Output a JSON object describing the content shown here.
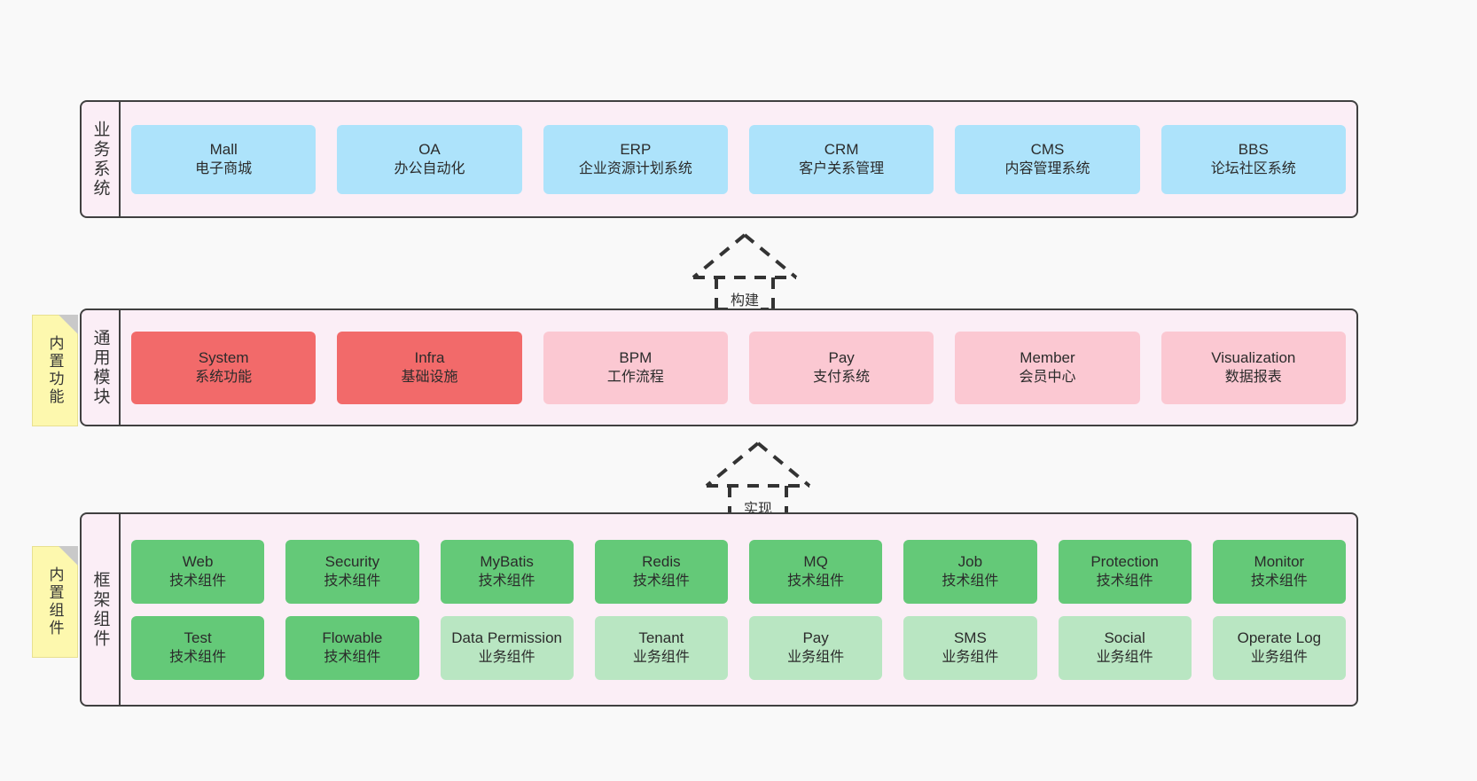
{
  "layers": [
    {
      "id": "business",
      "title": "业务系统",
      "note": null,
      "rows": [
        {
          "style": "blue",
          "cards": [
            {
              "en": "Mall",
              "cn": "电子商城"
            },
            {
              "en": "OA",
              "cn": "办公自动化"
            },
            {
              "en": "ERP",
              "cn": "企业资源计划系统"
            },
            {
              "en": "CRM",
              "cn": "客户关系管理"
            },
            {
              "en": "CMS",
              "cn": "内容管理系统"
            },
            {
              "en": "BBS",
              "cn": "论坛社区系统"
            }
          ]
        }
      ]
    },
    {
      "id": "common",
      "title": "通用模块",
      "note": "内置功能",
      "rows": [
        {
          "style": "mixed",
          "cards": [
            {
              "en": "System",
              "cn": "系统功能",
              "style": "red"
            },
            {
              "en": "Infra",
              "cn": "基础设施",
              "style": "red"
            },
            {
              "en": "BPM",
              "cn": "工作流程",
              "style": "pink"
            },
            {
              "en": "Pay",
              "cn": "支付系统",
              "style": "pink"
            },
            {
              "en": "Member",
              "cn": "会员中心",
              "style": "pink"
            },
            {
              "en": "Visualization",
              "cn": "数据报表",
              "style": "pink"
            }
          ]
        }
      ]
    },
    {
      "id": "framework",
      "title": "框架组件",
      "note": "内置组件",
      "rows": [
        {
          "style": "mixed",
          "cards": [
            {
              "en": "Web",
              "cn": "技术组件",
              "style": "green"
            },
            {
              "en": "Security",
              "cn": "技术组件",
              "style": "green"
            },
            {
              "en": "MyBatis",
              "cn": "技术组件",
              "style": "green"
            },
            {
              "en": "Redis",
              "cn": "技术组件",
              "style": "green"
            },
            {
              "en": "MQ",
              "cn": "技术组件",
              "style": "green"
            },
            {
              "en": "Job",
              "cn": "技术组件",
              "style": "green"
            },
            {
              "en": "Protection",
              "cn": "技术组件",
              "style": "green"
            },
            {
              "en": "Monitor",
              "cn": "技术组件",
              "style": "green"
            }
          ]
        },
        {
          "style": "mixed",
          "cards": [
            {
              "en": "Test",
              "cn": "技术组件",
              "style": "green"
            },
            {
              "en": "Flowable",
              "cn": "技术组件",
              "style": "green"
            },
            {
              "en": "Data Permission",
              "cn": "业务组件",
              "style": "lightgreen"
            },
            {
              "en": "Tenant",
              "cn": "业务组件",
              "style": "lightgreen"
            },
            {
              "en": "Pay",
              "cn": "业务组件",
              "style": "lightgreen"
            },
            {
              "en": "SMS",
              "cn": "业务组件",
              "style": "lightgreen"
            },
            {
              "en": "Social",
              "cn": "业务组件",
              "style": "lightgreen"
            },
            {
              "en": "Operate Log",
              "cn": "业务组件",
              "style": "lightgreen"
            }
          ]
        }
      ]
    }
  ],
  "connectors": [
    {
      "id": "build",
      "label": "构建"
    },
    {
      "id": "realize",
      "label": "实现"
    }
  ],
  "colors": {
    "background": "#f9f9f9",
    "band_fill": "#fbeef6",
    "band_border": "#404040",
    "blue_card": "#ade3fb",
    "red_card": "#f26a6a",
    "pink_card": "#fbc8d2",
    "green_card": "#64c978",
    "light_green_card": "#b9e6c2",
    "note_fill": "#fdf8ae",
    "note_fold": "#c9c9c9"
  }
}
